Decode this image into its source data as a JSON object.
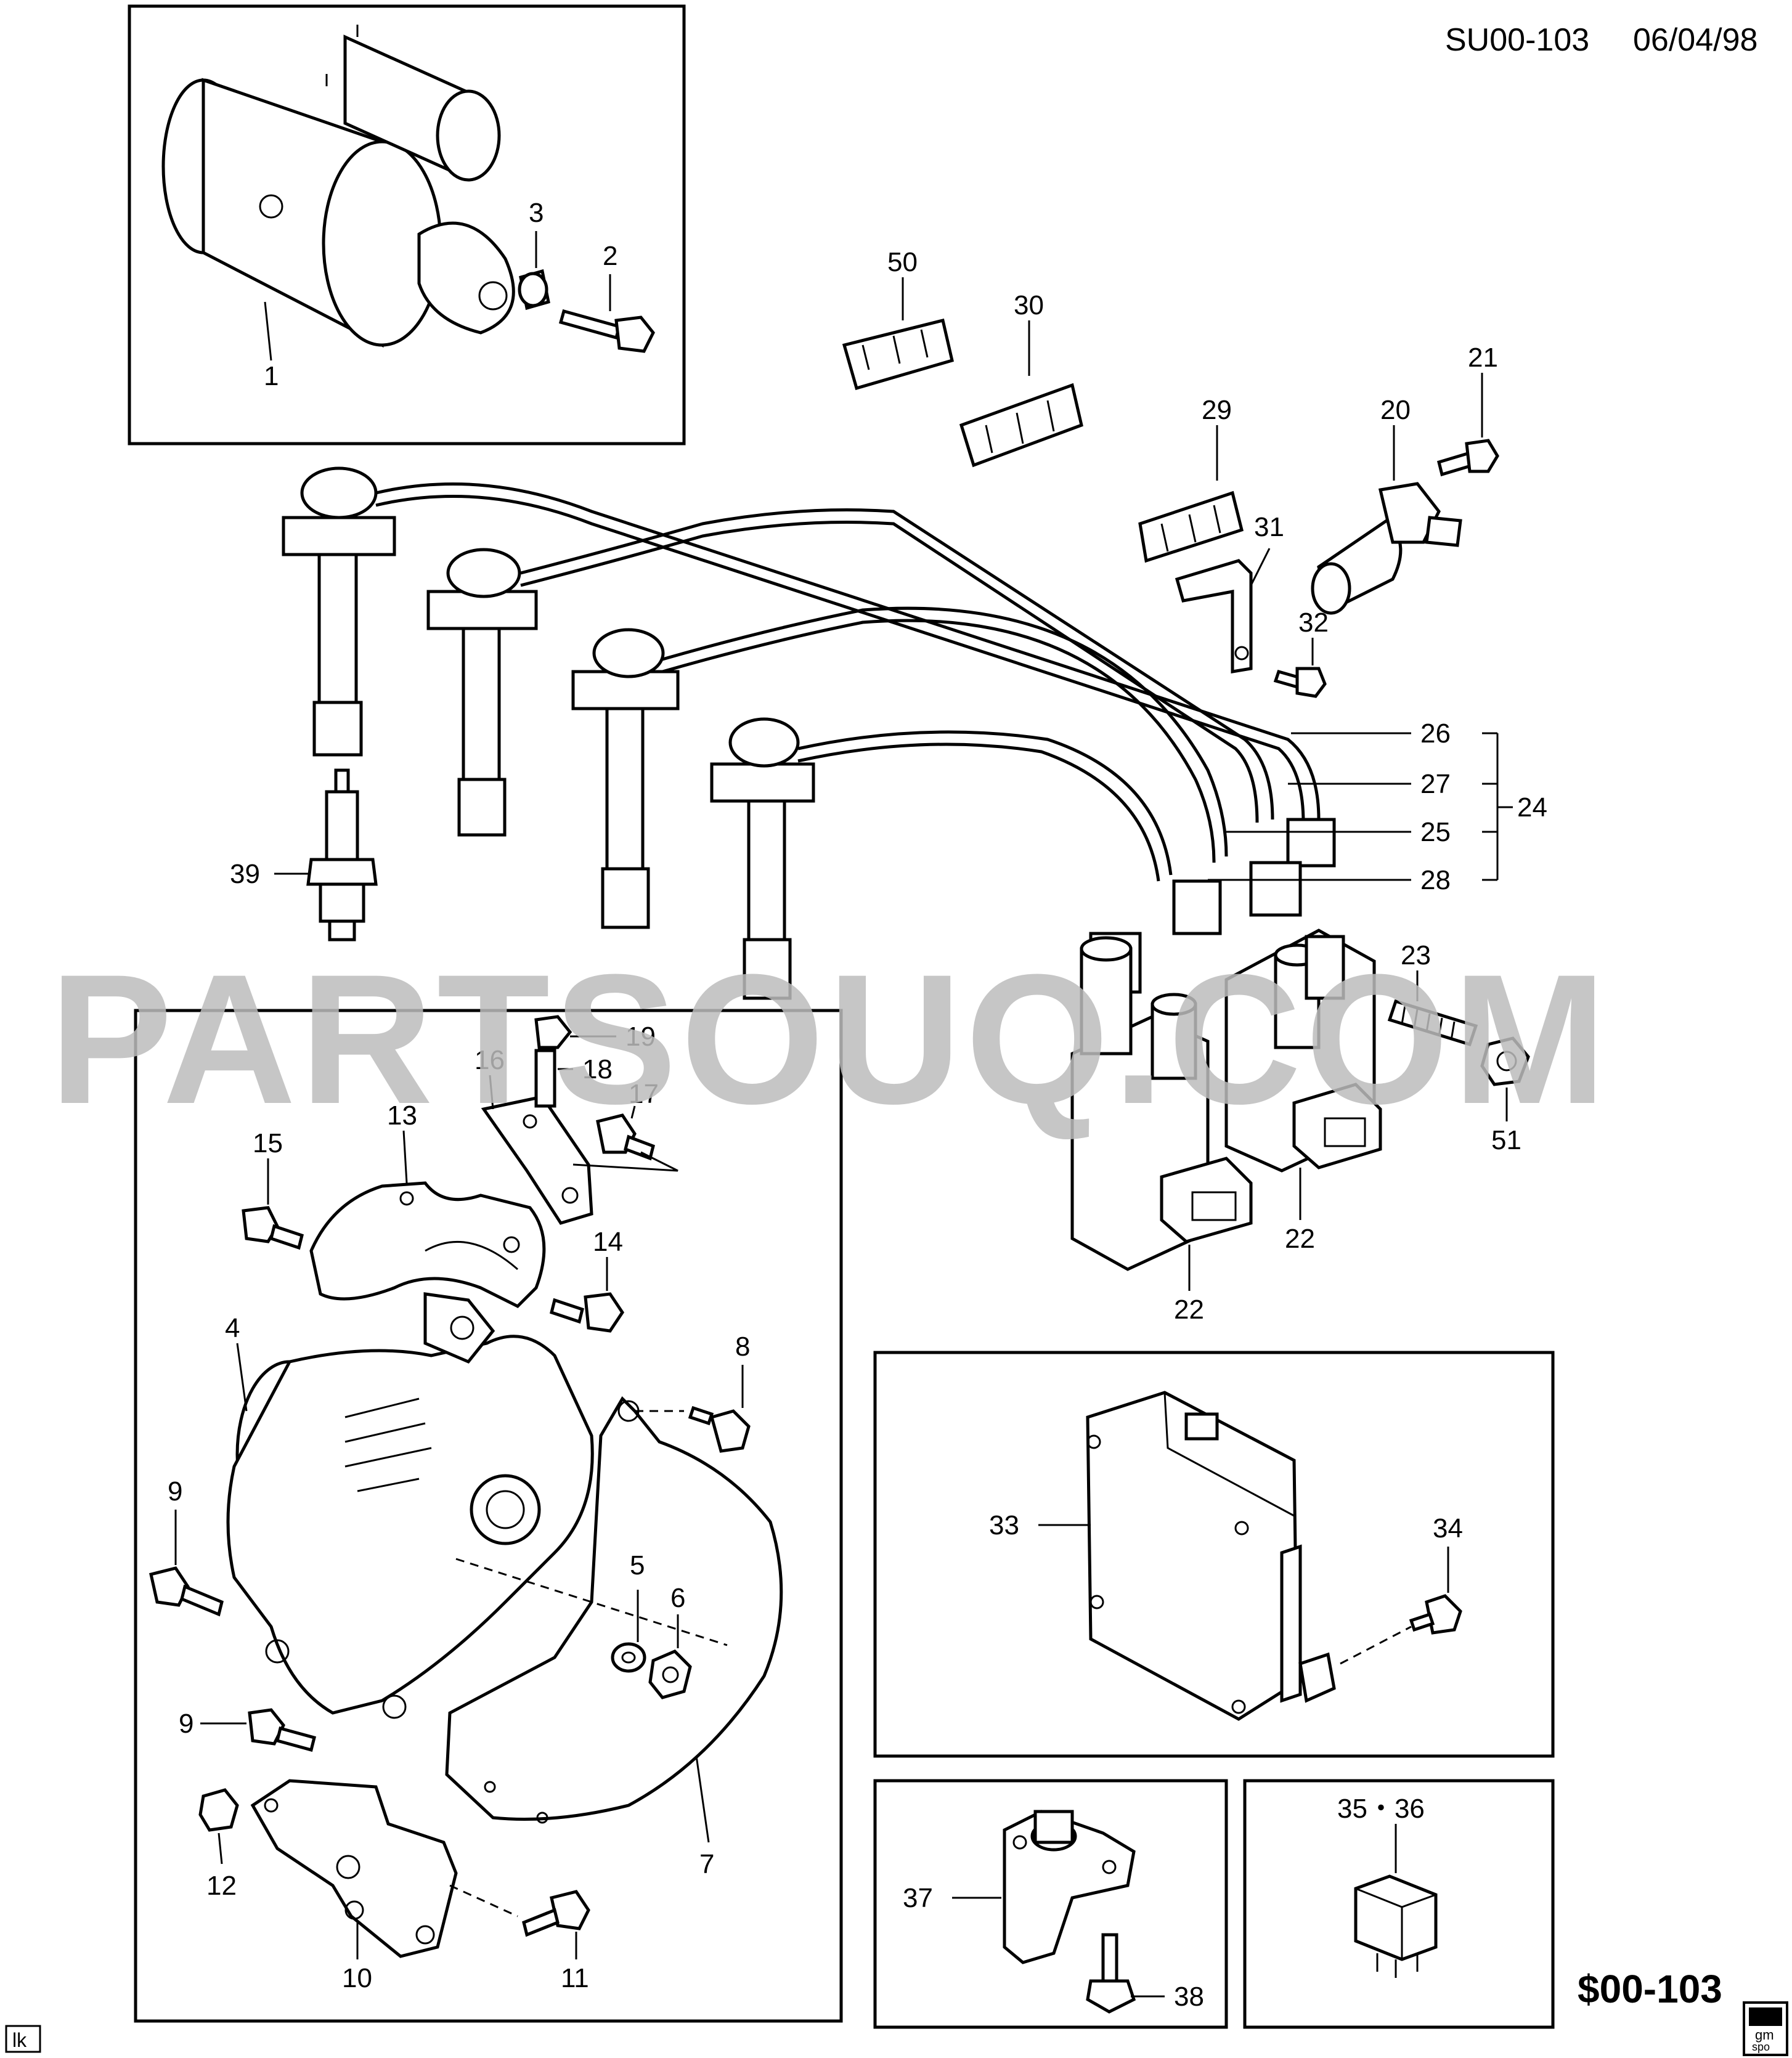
{
  "header": {
    "ref": "SU00-103",
    "date": "06/04/98"
  },
  "watermark": "PARTSOUQ.COM",
  "footer": {
    "code": "$00-103",
    "corner_tag": "lk",
    "logo_text_top": "gm",
    "logo_text_bottom": "spo"
  },
  "callouts": {
    "c1": "1",
    "c2": "2",
    "c3": "3",
    "c4": "4",
    "c5": "5",
    "c6": "6",
    "c7": "7",
    "c8": "8",
    "c9a": "9",
    "c9b": "9",
    "c10": "10",
    "c11": "11",
    "c12": "12",
    "c13": "13",
    "c14": "14",
    "c15": "15",
    "c16": "16",
    "c17": "17",
    "c18": "18",
    "c19": "19",
    "c20": "20",
    "c21": "21",
    "c22a": "22",
    "c22b": "22",
    "c23": "23",
    "c24": "24",
    "c25": "25",
    "c26": "26",
    "c27": "27",
    "c28": "28",
    "c29": "29",
    "c30": "30",
    "c31": "31",
    "c32": "32",
    "c33": "33",
    "c34": "34",
    "c3536": "35・36",
    "c37": "37",
    "c38": "38",
    "c39": "39",
    "c50": "50",
    "c51": "51"
  }
}
